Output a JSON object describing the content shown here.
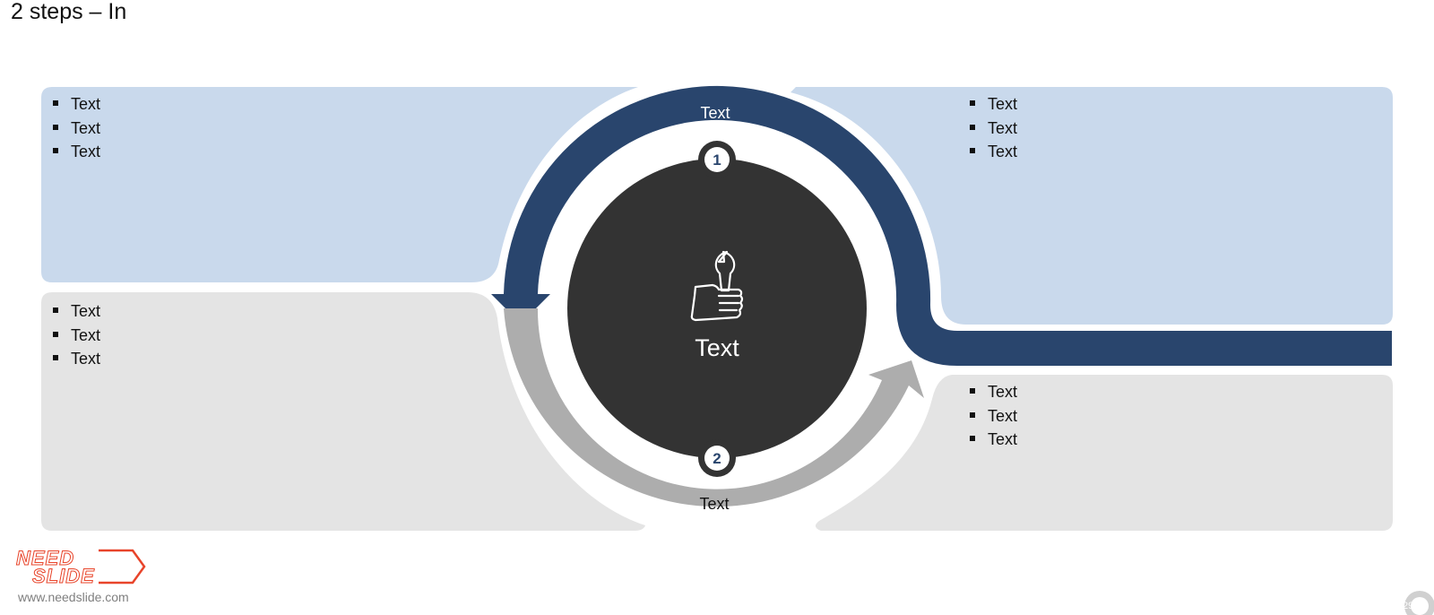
{
  "slide": {
    "title": "2 steps – In",
    "page_number": "29"
  },
  "colors": {
    "navy": "#29456D",
    "gray_arrow": "#ADADAD",
    "dark_circle": "#333333",
    "light_blue_panel": "#C9D9EC",
    "light_gray_panel": "#E4E4E4",
    "logo_orange": "#E8442A"
  },
  "panels": {
    "top_left": {
      "bullets": [
        "Text",
        "Text",
        "Text"
      ]
    },
    "top_right": {
      "bullets": [
        "Text",
        "Text",
        "Text"
      ]
    },
    "bottom_left": {
      "bullets": [
        "Text",
        "Text",
        "Text"
      ]
    },
    "bottom_right": {
      "bullets": [
        "Text",
        "Text",
        "Text"
      ]
    }
  },
  "center": {
    "icon": "wrench-hand-icon",
    "label": "Text"
  },
  "steps": [
    {
      "number": "1",
      "arrow_label": "Text"
    },
    {
      "number": "2",
      "arrow_label": "Text"
    }
  ],
  "branding": {
    "logo_line1": "NEED",
    "logo_line2": "SLIDE",
    "url": "www.needslide.com"
  }
}
